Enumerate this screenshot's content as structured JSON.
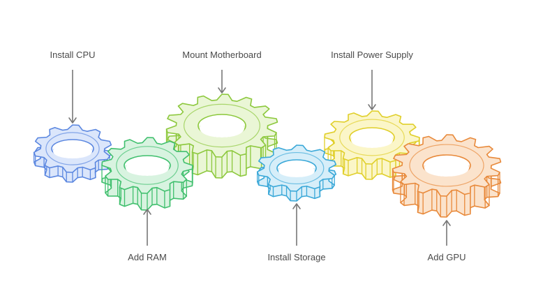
{
  "steps": [
    {
      "id": "install-cpu",
      "label": "Install CPU",
      "color": "#5b87e0",
      "fill": "#dbe6fb"
    },
    {
      "id": "add-ram",
      "label": "Add RAM",
      "color": "#3fbf6d",
      "fill": "#d8f3e0"
    },
    {
      "id": "mount-motherboard",
      "label": "Mount Motherboard",
      "color": "#8cc83c",
      "fill": "#eaf6d6"
    },
    {
      "id": "install-storage",
      "label": "Install Storage",
      "color": "#3aa8d8",
      "fill": "#d6eef9"
    },
    {
      "id": "install-power-supply",
      "label": "Install Power Supply",
      "color": "#e0cf2a",
      "fill": "#fbf6c8"
    },
    {
      "id": "add-gpu",
      "label": "Add GPU",
      "color": "#e8893a",
      "fill": "#fbe3cc"
    }
  ],
  "icons": {
    "gear": "gear-icon",
    "arrow": "arrow-icon"
  }
}
